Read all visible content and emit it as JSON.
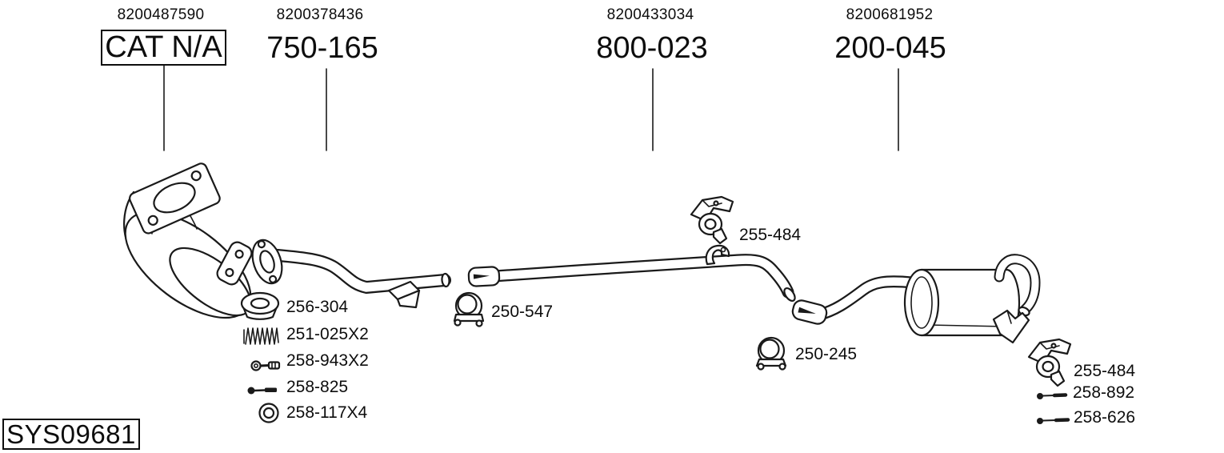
{
  "colors": {
    "line": "#1a1a1a",
    "text": "#0d0d0d",
    "background": "#ffffff"
  },
  "system_code": "SYS09681",
  "callouts": [
    {
      "ref": "8200487590",
      "label": "CAT N/A",
      "boxed": true
    },
    {
      "ref": "8200378436",
      "label": "750-165",
      "boxed": false
    },
    {
      "ref": "8200433034",
      "label": "800-023",
      "boxed": false
    },
    {
      "ref": "8200681952",
      "label": "200-045",
      "boxed": false
    }
  ],
  "part_labels": [
    {
      "id": "256-304",
      "icon": "gasket-ring"
    },
    {
      "id": "251-025X2",
      "icon": "coil-spring"
    },
    {
      "id": "258-943X2",
      "icon": "bolt-short"
    },
    {
      "id": "258-825",
      "icon": "bolt-long"
    },
    {
      "id": "258-117X4",
      "icon": "washer"
    },
    {
      "id": "250-547",
      "icon": "pipe-clamp"
    },
    {
      "id": "255-484",
      "icon": "rubber-hanger"
    },
    {
      "id": "250-245",
      "icon": "pipe-clamp"
    },
    {
      "id": "255-484",
      "icon": "rubber-hanger"
    },
    {
      "id": "258-892",
      "icon": "bolt-long"
    },
    {
      "id": "258-626",
      "icon": "bolt-long"
    }
  ]
}
